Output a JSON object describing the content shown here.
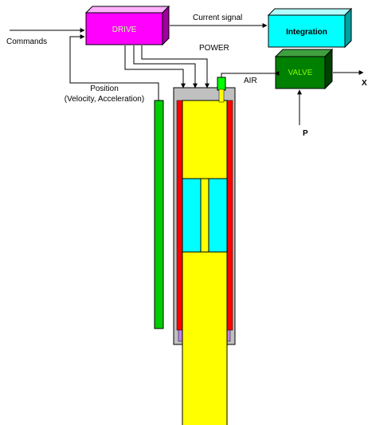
{
  "labels": {
    "commands": "Commands",
    "current_signal": "Current signal",
    "power": "POWER",
    "air": "AIR",
    "position_line1": "Position",
    "position_line2": "(Velocity, Acceleration)",
    "x_output": "X",
    "p_input": "P"
  },
  "blocks": {
    "drive": {
      "label": "DRIVE",
      "color": "#ff00ff",
      "text_color": "#c8ffa0"
    },
    "integration": {
      "label": "Integration",
      "color": "#00ffff",
      "text_color": "#000000"
    },
    "valve": {
      "label": "VALVE",
      "color": "#008000",
      "text_color": "#7fff00"
    }
  },
  "colors": {
    "piston_yellow": "#ffff00",
    "chamber_cyan": "#00ffff",
    "wall_red": "#ff0000",
    "housing_gray": "#c0c0c0",
    "sensor_green": "#00cc00",
    "line": "#000000"
  }
}
